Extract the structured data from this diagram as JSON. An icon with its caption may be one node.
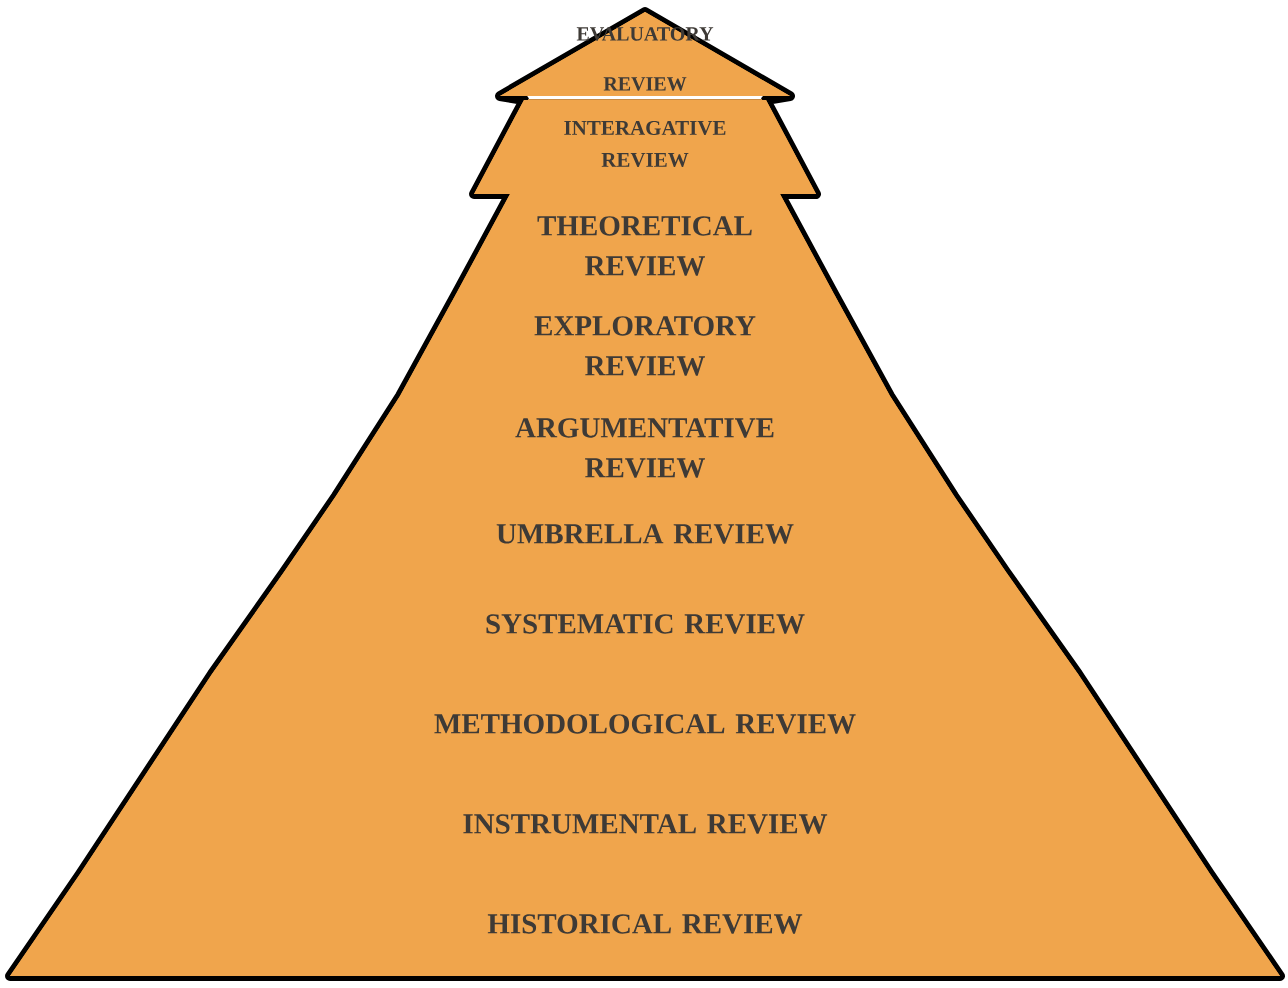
{
  "diagram": {
    "nodes": [
      {
        "text": [
          "EVALUATORY REVIEW"
        ]
      },
      {
        "text": [
          "INTERAGATIVE REVIEW"
        ]
      },
      {
        "text": [
          "THEORETICAL REVIEW"
        ]
      },
      {
        "text": [
          "EXPLORATORY REVIEW"
        ]
      },
      {
        "text": [
          "ARGUMENTATIVE REVIEW"
        ]
      },
      {
        "text": [
          "UMBRELLA REVIEW"
        ]
      },
      {
        "text": [
          "SYSTEMATIC REVIEW"
        ]
      },
      {
        "text": [
          "METHODOLOGICAL REVIEW"
        ]
      },
      {
        "text": [
          "INSTRUMENTAL REVIEW"
        ]
      },
      {
        "text": [
          "HISTORICAL REVIEW"
        ]
      }
    ]
  }
}
